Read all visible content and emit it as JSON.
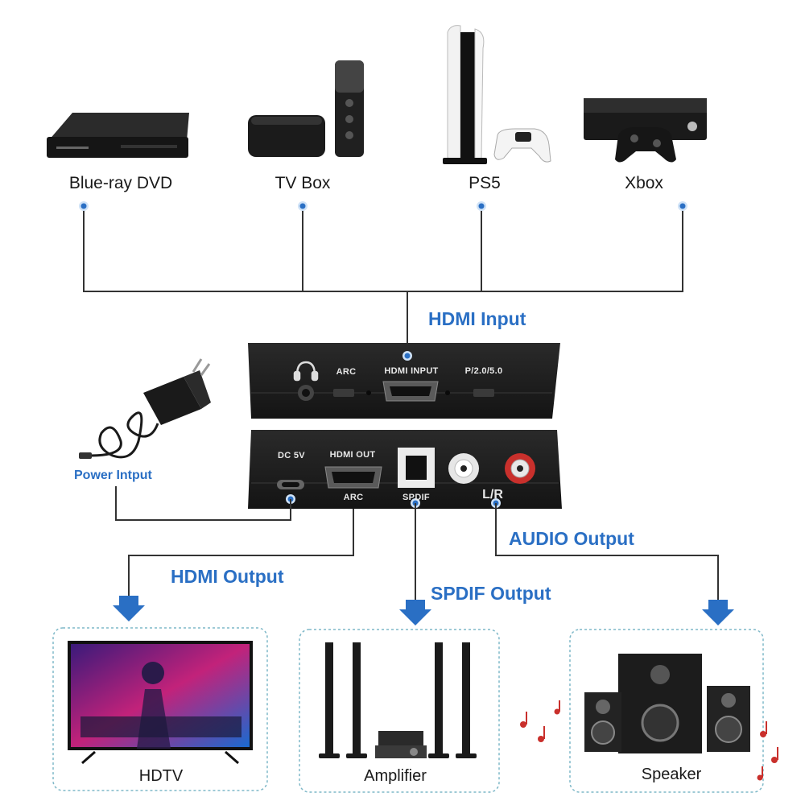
{
  "sources": [
    {
      "label": "Blue-ray DVD",
      "icon": "dvd-player-icon"
    },
    {
      "label": "TV Box",
      "icon": "tv-box-icon"
    },
    {
      "label": "PS5",
      "icon": "ps5-console-icon"
    },
    {
      "label": "Xbox",
      "icon": "xbox-console-icon"
    }
  ],
  "sections": {
    "hdmi_input": "HDMI Input",
    "power_input": "Power Intput",
    "hdmi_output": "HDMI Output",
    "spdif_output": "SPDIF Output",
    "audio_output": "AUDIO Output"
  },
  "device_front": {
    "headphone_icon": "headphone-icon",
    "arc": "ARC",
    "hdmi_input": "HDMI INPUT",
    "mode": "P/2.0/5.0"
  },
  "device_back": {
    "dc": "DC 5V",
    "hdmi_out": "HDMI OUT",
    "arc": "ARC",
    "spdif": "SPDIF",
    "lr": "L/R"
  },
  "outputs": [
    {
      "label": "HDTV",
      "icon": "hdtv-icon"
    },
    {
      "label": "Amplifier",
      "icon": "amplifier-icon"
    },
    {
      "label": "Speaker",
      "icon": "speaker-icon"
    }
  ],
  "colors": {
    "accent": "#2a6fc4",
    "line": "#333333",
    "device": "#1c1c1c"
  }
}
